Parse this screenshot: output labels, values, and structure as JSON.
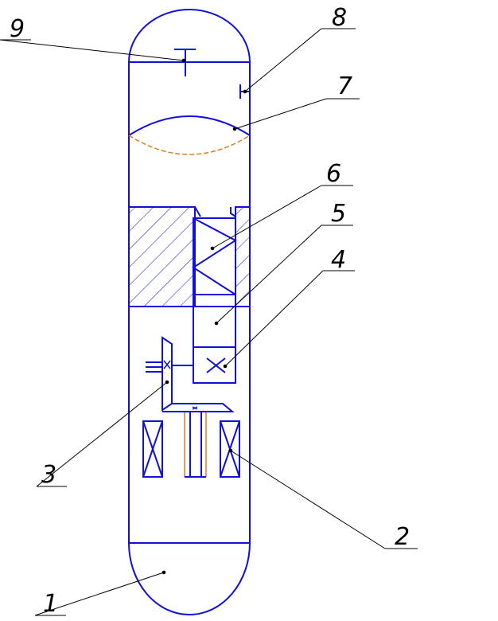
{
  "colors": {
    "vessel": "#1010d8",
    "leader": "#000000",
    "accent": "#e07a1f"
  },
  "labels": {
    "l1": "1",
    "l2": "2",
    "l3": "3",
    "l4": "4",
    "l5": "5",
    "l6": "6",
    "l7": "7",
    "l8": "8",
    "l9": "9"
  },
  "icons": {
    "mixer_symbol": "x",
    "packing_symbol": "hatch"
  }
}
